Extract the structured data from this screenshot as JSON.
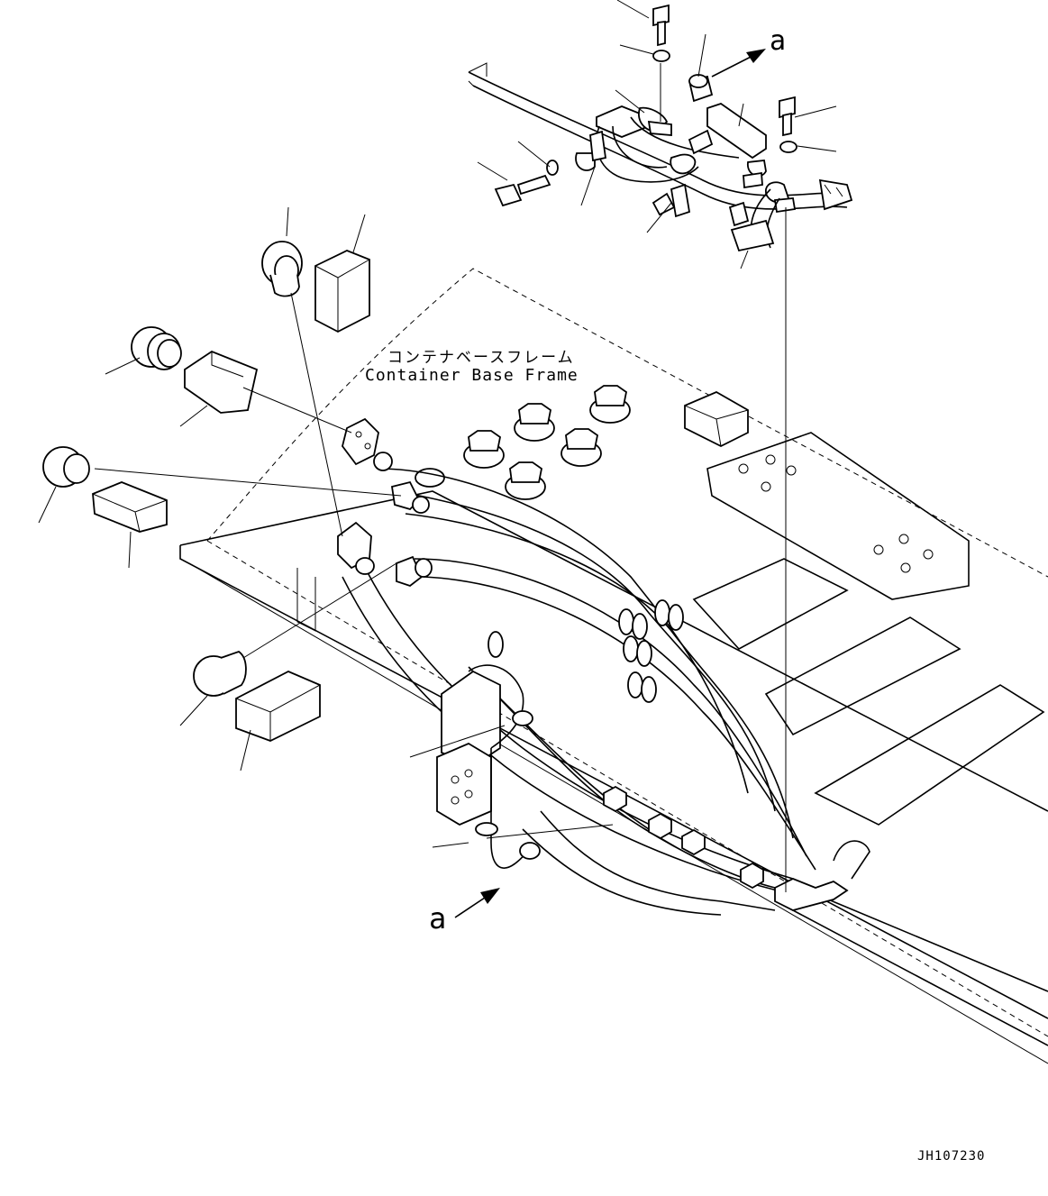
{
  "labels": {
    "frame_jp": "コンテナベースフレーム",
    "frame_en": "Container Base Frame",
    "view_marker_top": "a",
    "view_marker_bottom": "a",
    "drawing_code": "JH107230"
  }
}
